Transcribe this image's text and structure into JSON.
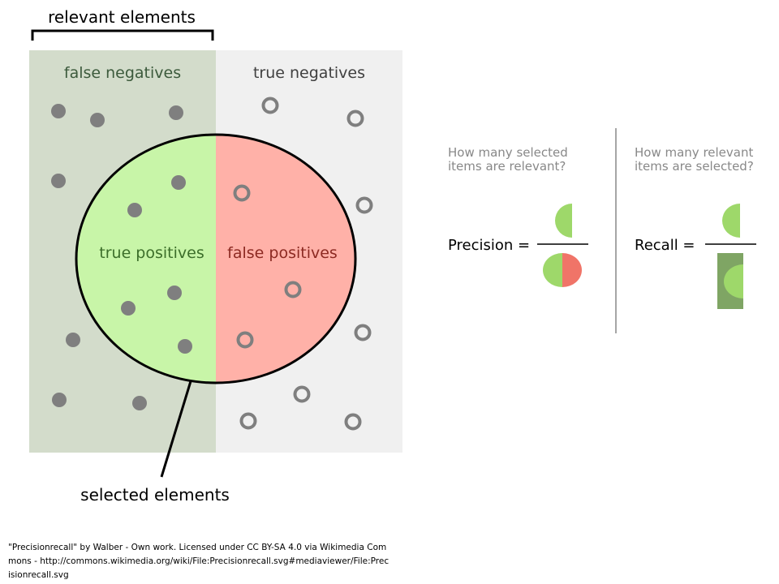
{
  "diagram": {
    "title_top": "relevant elements",
    "title_bottom": "selected elements",
    "regions": {
      "false_negatives": "false negatives",
      "true_negatives": "true negatives",
      "true_positives": "true positives",
      "false_positives": "false positives"
    },
    "colors": {
      "relevant_bg": "#d3dccb",
      "irrelevant_bg": "#f0f0f0",
      "true_positive": "#c8f5a8",
      "false_positive": "#ffb1a8",
      "dot": "#7f7f7f",
      "fn_text": "#3c5a3c",
      "tp_text": "#3c6e2a",
      "fp_text": "#8c2a22",
      "half_green": "#9ed86a",
      "half_red": "#f07468",
      "relevant_rect": "#7fa564"
    }
  },
  "formulas": {
    "precision": {
      "question_line1": "How many selected",
      "question_line2": "items are relevant?",
      "label": "Precision ="
    },
    "recall": {
      "question_line1": "How many relevant",
      "question_line2": "items are selected?",
      "label": "Recall ="
    }
  },
  "caption": "\"Precisionrecall\" by Walber - Own work. Licensed under CC BY-SA 4.0 via Wikimedia Commons - http://commons.wikimedia.org/wiki/File:Precisionrecall.svg#mediaviewer/File:Precisionrecall.svg"
}
